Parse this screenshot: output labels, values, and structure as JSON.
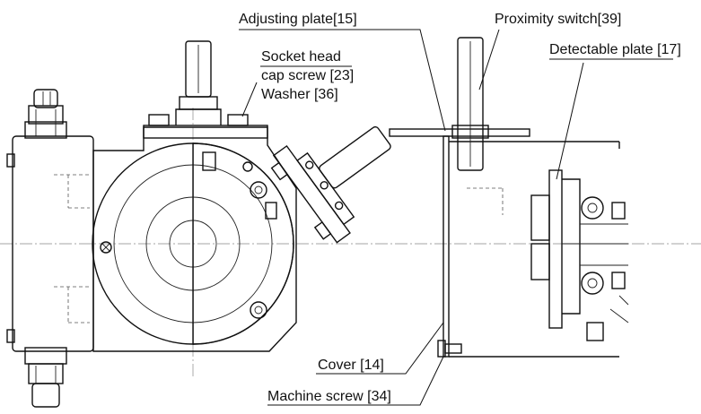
{
  "labels": {
    "adjusting_plate": "Adjusting plate[15]",
    "proximity_switch": "Proximity switch[39]",
    "socket_head_1": "Socket head",
    "socket_head_2": "cap screw [23]",
    "washer": "Washer [36]",
    "detectable_plate": "Detectable plate [17]",
    "cover": "Cover [14]",
    "machine_screw": "Machine screw [34]"
  },
  "colors": {
    "line": "#111111",
    "background": "#ffffff"
  }
}
